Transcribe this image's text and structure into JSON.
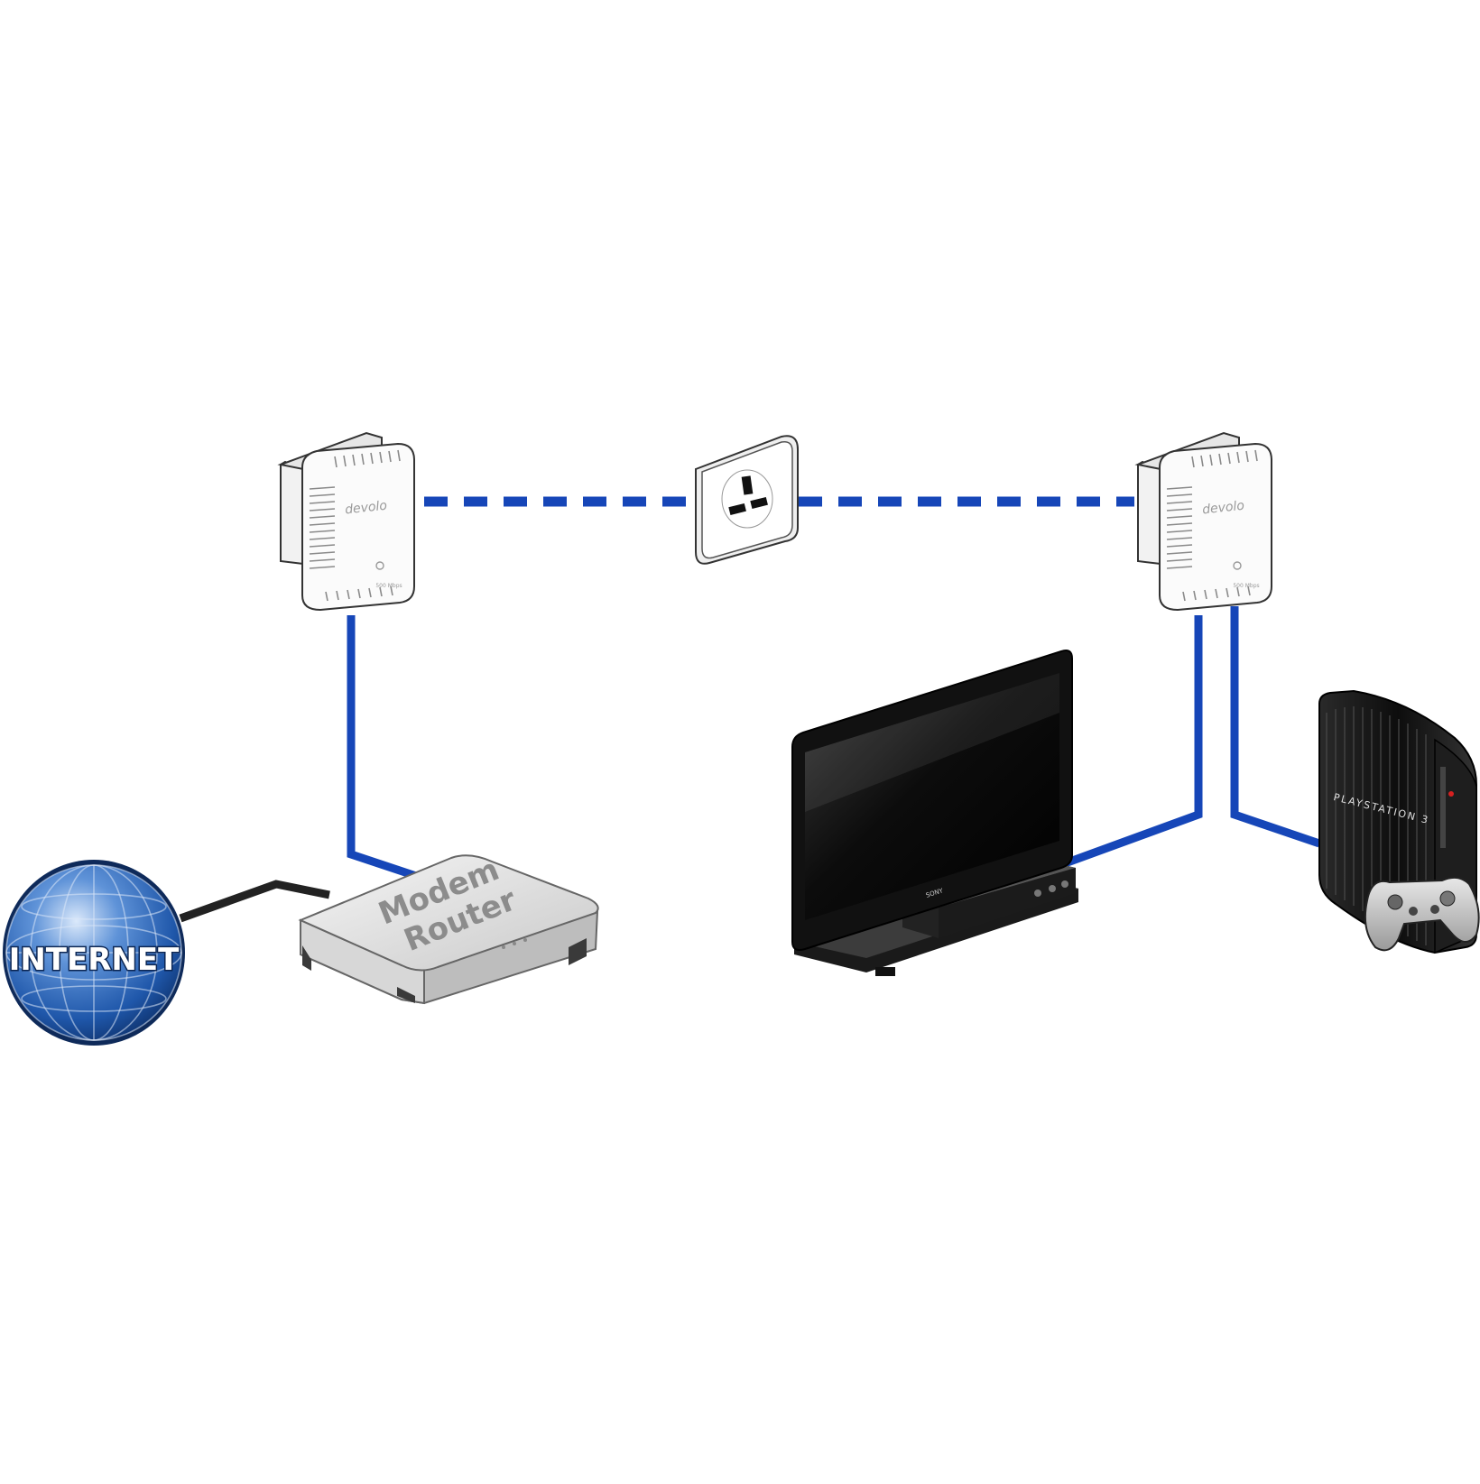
{
  "labels": {
    "internet": "INTERNET",
    "modem_line1": "Modem",
    "modem_line2": "Router",
    "adapter_brand": "devolo",
    "adapter_speed": "500 Mbps",
    "console_brand": "PLAYSTATION 3",
    "tv_brand": "SONY"
  },
  "colors": {
    "link_blue": "#1646b8",
    "link_black": "#222222",
    "globe_blue": "#2a63b8"
  },
  "icons": {
    "globe": "globe-icon",
    "router": "router-icon",
    "adapter": "powerline-adapter-icon",
    "socket": "wall-socket-icon",
    "tv": "tv-icon",
    "console": "game-console-icon",
    "controller": "gamepad-icon"
  }
}
